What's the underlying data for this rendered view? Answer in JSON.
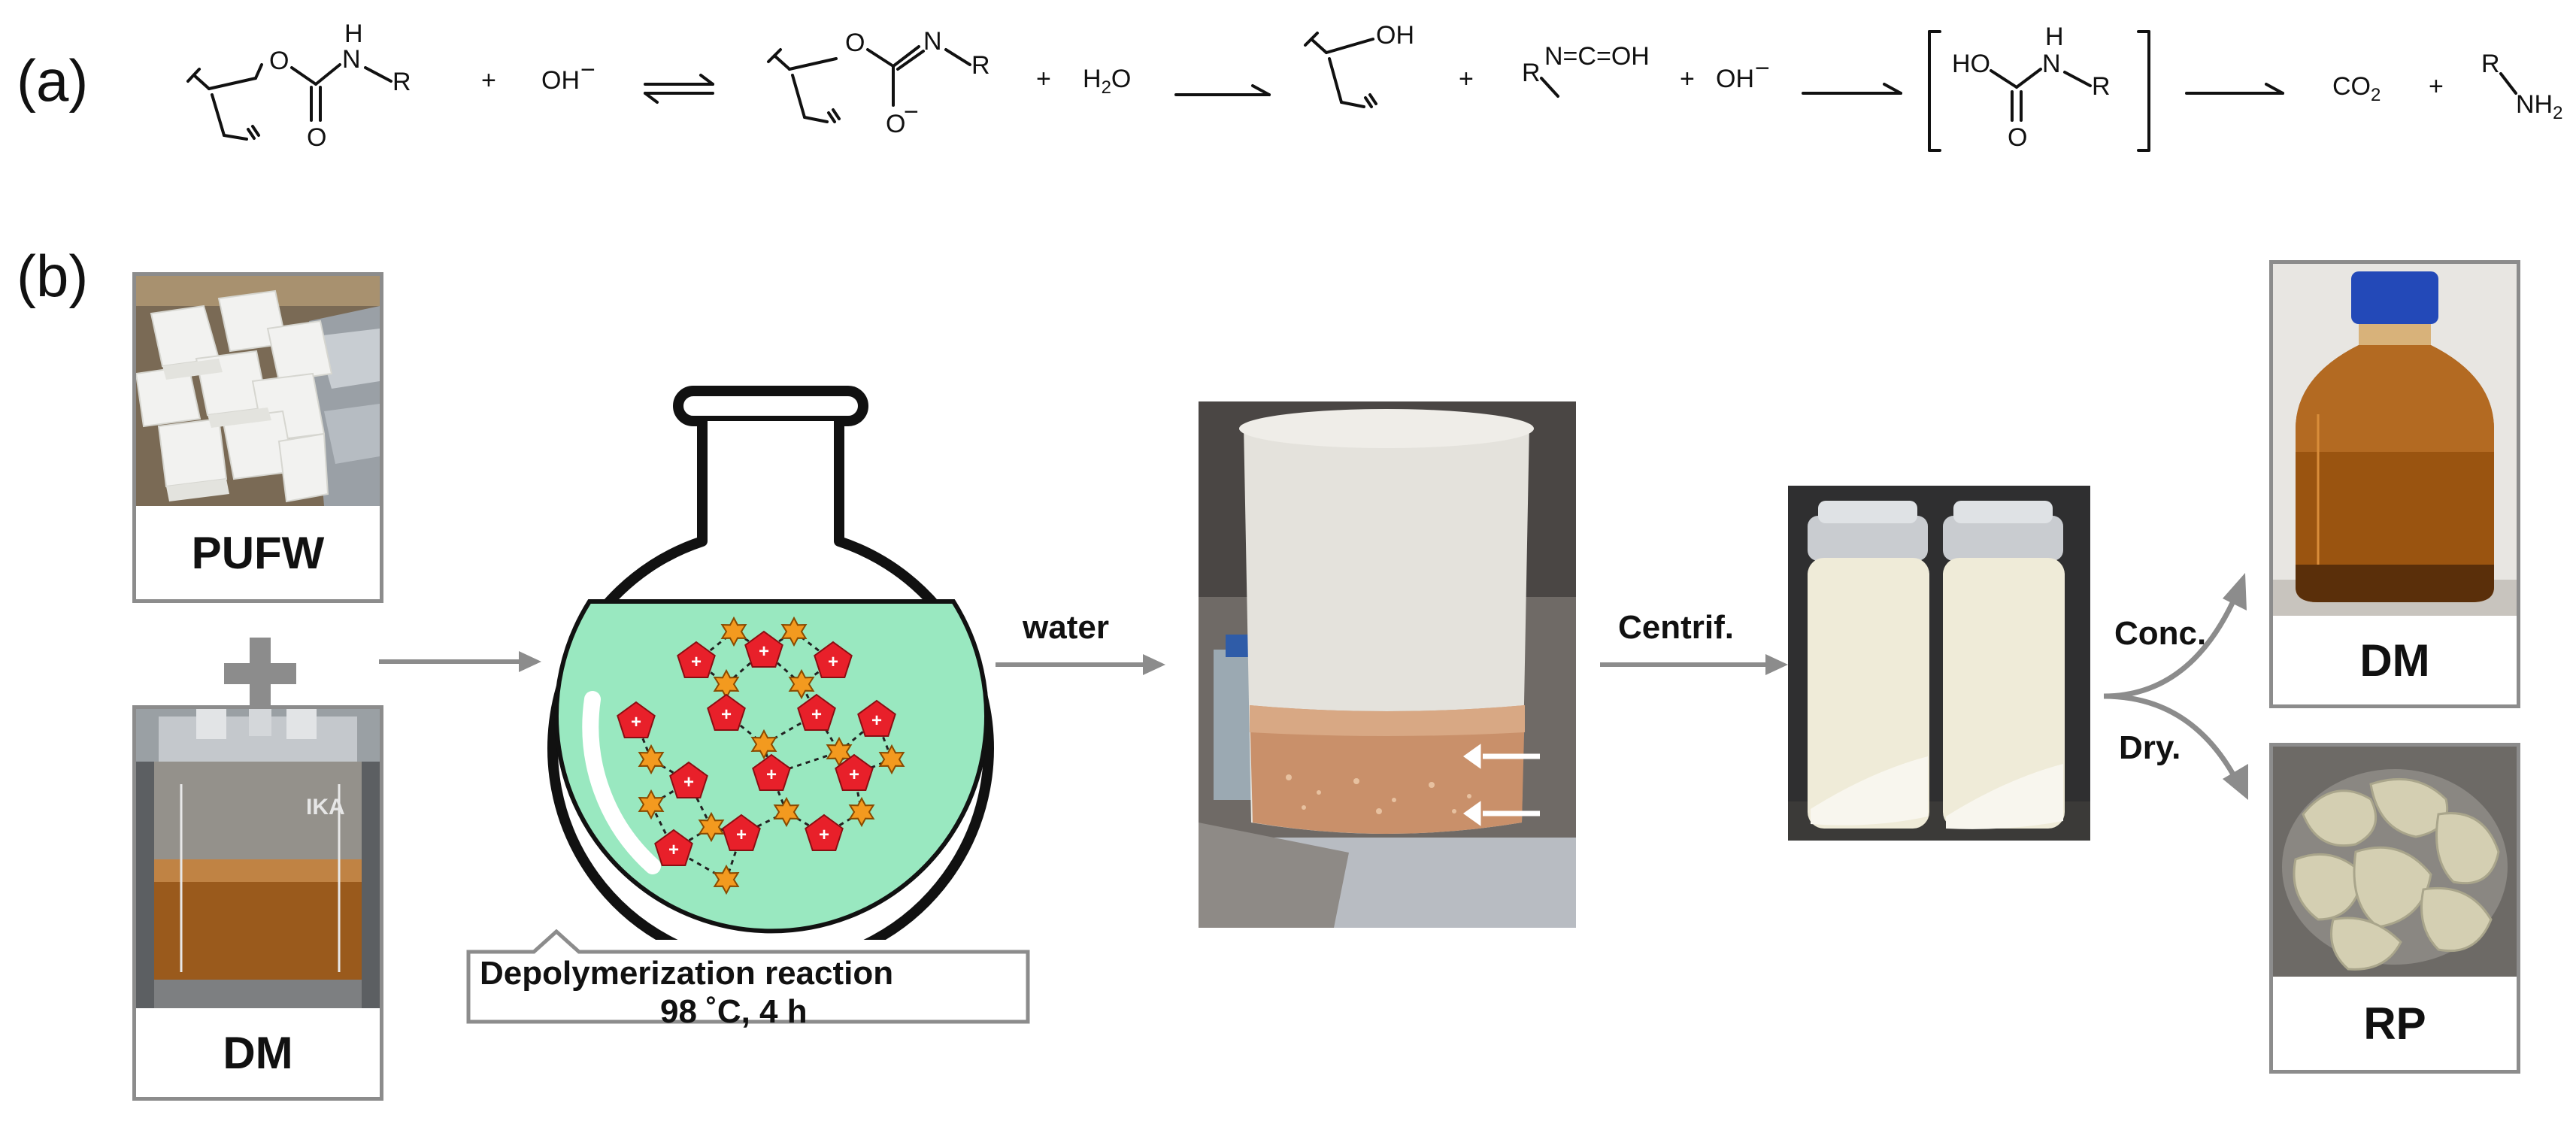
{
  "panel_a": {
    "label": "(a)",
    "r_group": "R",
    "hydroxide": "OH",
    "hydroxide_charge": "−",
    "water": "H",
    "water_sub": "2",
    "water_o": "O",
    "carbamate_o": "O",
    "carbamate_nh": "N",
    "carbamate_h": "H",
    "imidate_n": "N",
    "imidate_ominus": "O",
    "enol_oh": "OH",
    "isocyanic": "N=C=OH",
    "carbamic_ho": "HO",
    "co2": "CO",
    "co2_sub": "2",
    "amine_nh": "NH",
    "amine_sub": "2",
    "plus": "+"
  },
  "panel_b": {
    "label": "(b)",
    "pufw_caption": "PUFW",
    "dm_caption_left": "DM",
    "reaction_caption_line1": "Depolymerization reaction",
    "reaction_caption_line2": "98 ˚C, 4 h",
    "arrow_water": "water",
    "arrow_centrif": "Centrif.",
    "arrow_conc": "Conc.",
    "arrow_dry": "Dry.",
    "dm_caption_right": "DM",
    "rp_caption": "RP",
    "ika_text": "IKA",
    "cation_symbol": "+"
  },
  "colors": {
    "arrow_gray": "#8c8c8c",
    "flask_liquid": "#99e8c0",
    "cation_red": "#e8202a",
    "star_orange": "#f39a1f",
    "frame_gray": "#8c8c8c"
  }
}
